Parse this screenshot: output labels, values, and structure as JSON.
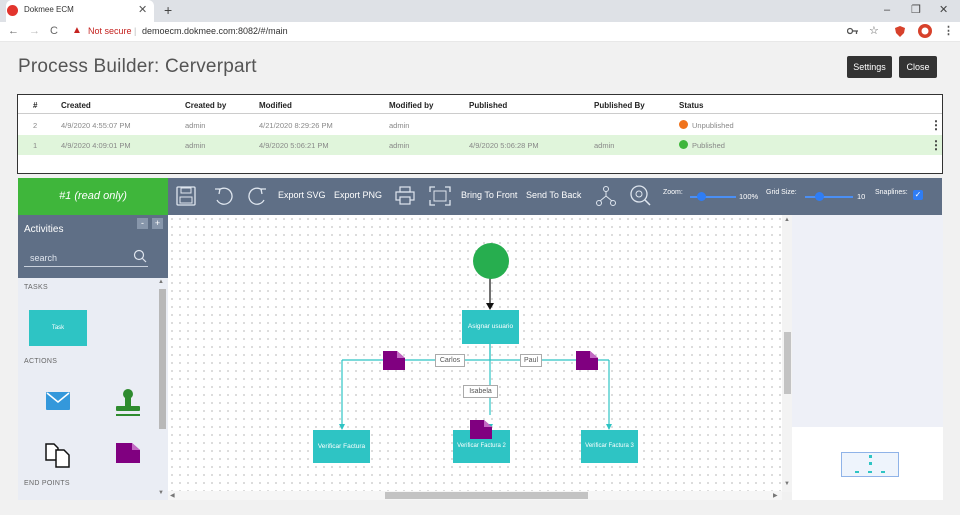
{
  "browser": {
    "tab_title": "Dokmee ECM",
    "tab_close": "✕",
    "new_tab": "+",
    "window_buttons": [
      "‒",
      "❐",
      "✕"
    ],
    "nav": {
      "back": "←",
      "forward": "→",
      "reload": "C"
    },
    "address": {
      "warning": "▲",
      "not_secure": "Not secure",
      "separator": "|",
      "url": "demoecm.dokmee.com:8082/#/main"
    },
    "toolbar_icons": [
      "key-icon",
      "star-icon",
      "shield-icon",
      "profile-icon",
      "menu-icon"
    ]
  },
  "page": {
    "title": "Process Builder: Cerverpart",
    "settings_label": "Settings",
    "close_label": "Close"
  },
  "table": {
    "columns": [
      "#",
      "Created",
      "Created by",
      "Modified",
      "Modified by",
      "Published",
      "Published By",
      "Status"
    ],
    "rows": [
      {
        "num": "2",
        "created": "4/9/2020 4:55:07 PM",
        "created_by": "admin",
        "modified": "4/21/2020 8:29:26 PM",
        "modified_by": "admin",
        "published": "",
        "published_by": "",
        "status": "Unpublished",
        "status_color": "#f0731c"
      },
      {
        "num": "1",
        "created": "4/9/2020 4:09:01 PM",
        "created_by": "admin",
        "modified": "4/9/2020 5:06:21 PM",
        "modified_by": "admin",
        "published": "4/9/2020 5:06:28 PM",
        "published_by": "admin",
        "status": "Published",
        "status_color": "#3fb63b"
      }
    ]
  },
  "designer": {
    "version_label": "#1 (read only)",
    "toolbar": {
      "export_svg": "Export SVG",
      "export_png": "Export PNG",
      "bring_front": "Bring To Front",
      "send_back": "Send To Back",
      "zoom_label": "Zoom:",
      "zoom_value": "100%",
      "zoom_level": 0.25,
      "grid_label": "Grid Size:",
      "grid_value": "10",
      "grid_level": 0.3,
      "snaplines_label": "Snaplines:",
      "snaplines_checked": true
    },
    "activities": {
      "title": "Activities",
      "minus": "-",
      "plus": "+",
      "search_placeholder": "search",
      "sections": {
        "tasks": "TASKS",
        "actions": "ACTIONS",
        "end_points": "END POINTS"
      },
      "task_label": "Task"
    },
    "diagram": {
      "nodes": {
        "assign": "Asignar usuario",
        "verify1": "Verificar Factura",
        "verify2": "Verificar Factura 2",
        "verify3": "Verificar Factura 3"
      },
      "edge_labels": {
        "left": "Carlos",
        "right": "Paul",
        "middle": "Isabela"
      }
    }
  },
  "colors": {
    "accent_green": "#3fb63b",
    "toolbar_bg": "#5f6f86",
    "task_teal": "#2ec4c4",
    "document_purple": "#800080",
    "start_green": "#27ae4f"
  }
}
